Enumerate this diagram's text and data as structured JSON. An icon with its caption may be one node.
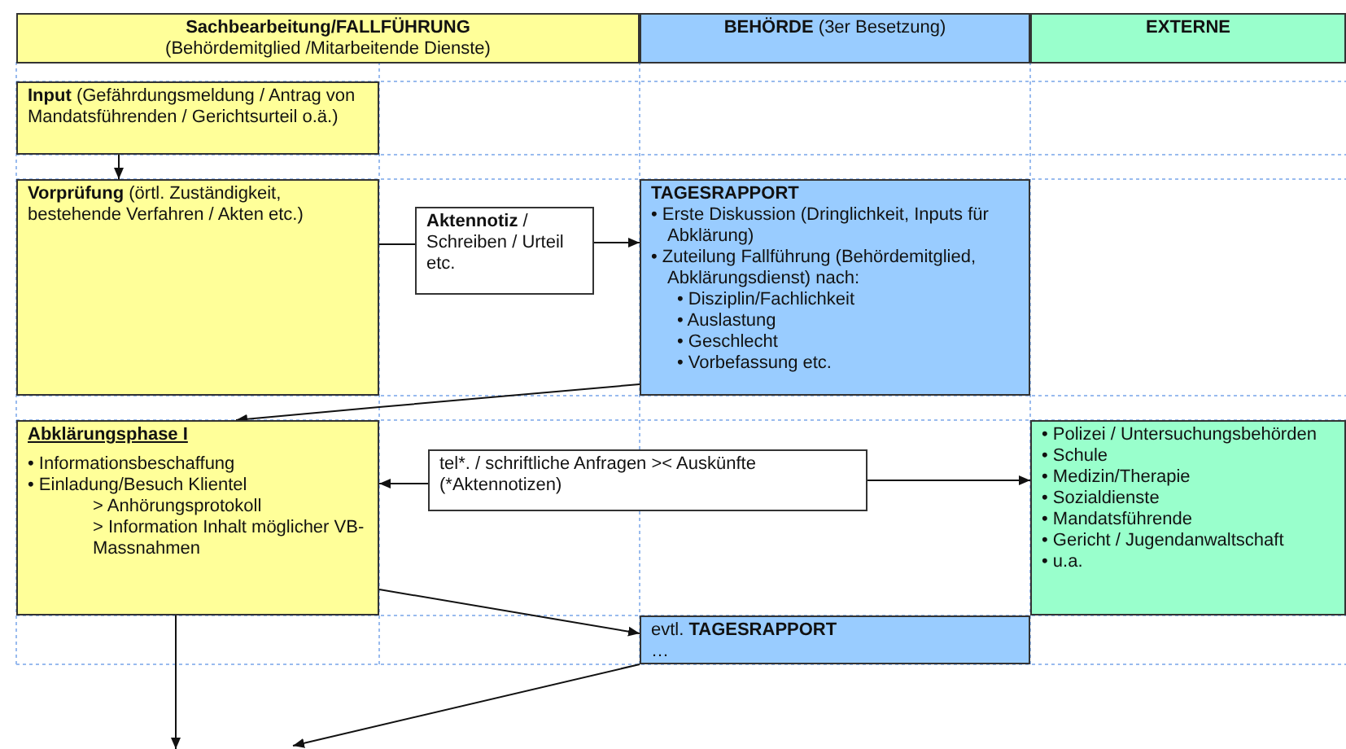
{
  "diagram": {
    "nodes": [
      {
        "text": [
          "Sachbearbeitung/FALLFÜHRUNG",
          "(Behördemitglied /Mitarbeitende Dienste)"
        ]
      },
      {
        "text": [
          "**BEHÖRDE** (3er Besetzung)"
        ]
      },
      {
        "text": [
          "EXTERNE"
        ]
      },
      {
        "text": [
          "**Input** (Gefährdungsmeldung / Antrag von Mandatsführenden / Gerichtsurteil o.ä.)"
        ]
      },
      {
        "text": [
          "**Vorprüfung** (örtl. Zuständigkeit, bestehende Verfahren / Akten etc.)"
        ]
      },
      {
        "text": [
          "**Aktennotiz** / Schreiben / Urteil etc."
        ]
      },
      {
        "text": [
          "TAGESRAPPORT",
          "• Erste Diskussion (Dringlichkeit, Inputs für Abklärung)",
          "• Zuteilung Fallführung (Behördemitglied, Abklärungsdienst) nach:",
          "• Disziplin/Fachlichkeit",
          "• Auslastung",
          "• Geschlecht",
          "• Vorbefassung etc."
        ]
      },
      {
        "text": [
          "Abklärungsphase I",
          "• Informationsbeschaffung",
          "• Einladung/Besuch Klientel",
          "> Anhörungsprotokoll",
          "> Information Inhalt möglicher VB-Massnahmen"
        ]
      },
      {
        "text": [
          "tel*. / schriftliche Anfragen >< Auskünfte (*Aktennotizen)"
        ]
      },
      {
        "text": [
          "• Polizei / Untersuchungsbehörden",
          "• Schule",
          "• Medizin/Therapie",
          "• Sozialdienste",
          "• Mandatsführende",
          "• Gericht / Jugendanwaltschaft",
          "• u.a."
        ]
      },
      {
        "text": [
          "evtl. **TAGESRAPPORT**",
          "…"
        ]
      }
    ],
    "edges": [
      {
        "from": 3,
        "to": 4,
        "arrow": "to"
      },
      {
        "from": 4,
        "to": 5,
        "arrow": "none"
      },
      {
        "from": 5,
        "to": 6,
        "arrow": "to"
      },
      {
        "from": 6,
        "to": 7,
        "arrow": "to"
      },
      {
        "from": 8,
        "to": 7,
        "arrow": "to"
      },
      {
        "from": 8,
        "to": 9,
        "arrow": "to"
      },
      {
        "from": 7,
        "to": 10,
        "arrow": "to"
      },
      {
        "from": 7,
        "to": null,
        "arrow": "to"
      },
      {
        "from": 10,
        "to": null,
        "arrow": "to"
      }
    ]
  }
}
